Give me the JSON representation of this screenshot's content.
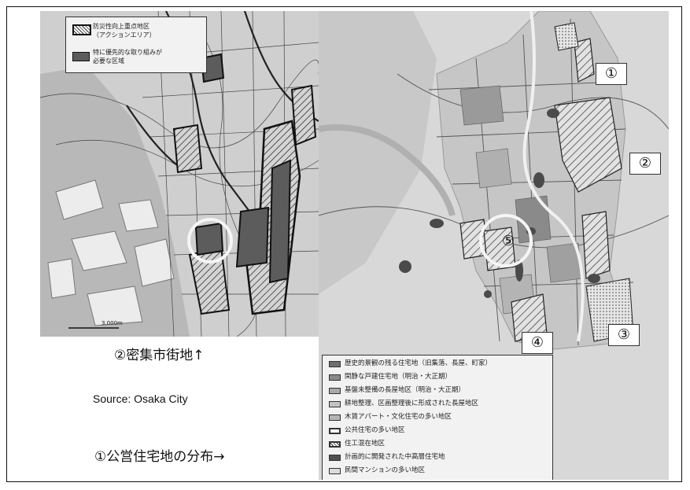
{
  "left_map": {
    "legend": {
      "line1": "防災性向上重点地区",
      "line2": "（アクションエリア）",
      "line3": "特に優先的な取り組みが",
      "line4": "必要な区域"
    },
    "scale_text": "3,000m"
  },
  "right_map": {
    "markers": [
      "①",
      "②",
      "③",
      "④",
      "⑤"
    ],
    "legend_items": [
      "歴史的景観の残る住宅地（旧集落、長屋、町家）",
      "閑静な戸建住宅地（明治・大正期）",
      "基盤未整備の長屋地区（明治・大正期）",
      "耕地整理、区画整理後に形成された長屋地区",
      "木賃アパート・文化住宅の多い地区",
      "公共住宅の多い地区",
      "住工混在地区",
      "計画的に開発された中高層住宅地",
      "民間マンションの多い地区"
    ],
    "legend_colors": [
      "#6e6e6e",
      "#8a8a8a",
      "#a8a8a8",
      "#c4c4c4",
      "#b4b4b4",
      "#ffffff",
      "#ffffff",
      "#505050",
      "#dcdcdc"
    ]
  },
  "captions": {
    "dense": "②密集市街地↑",
    "source": "Source: Osaka City",
    "public_housing": "①公営住宅地の分布→"
  }
}
